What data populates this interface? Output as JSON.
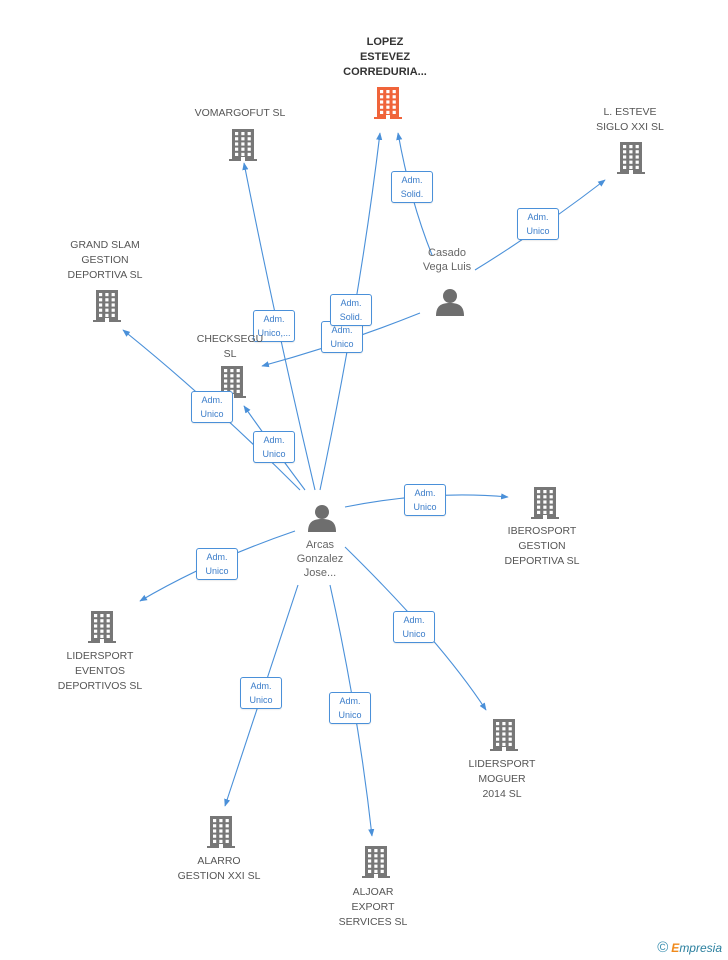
{
  "colors": {
    "edge": "#4a90d9",
    "building": "#777777",
    "main_building": "#f0643a",
    "person": "#6e6e6e"
  },
  "companies": [
    {
      "id": "lopez",
      "label": "LOPEZ\nESTEVEZ\nCORREDURIA...",
      "main": true
    },
    {
      "id": "vomargofut",
      "label": "VOMARGOFUT SL"
    },
    {
      "id": "esteve",
      "label": "L.  ESTEVE\nSIGLO XXI SL"
    },
    {
      "id": "grandslam",
      "label": "GRAND SLAM\nGESTION\nDEPORTIVA SL"
    },
    {
      "id": "checkseg",
      "label": "CHECKSEGU\nSL"
    },
    {
      "id": "iberosport",
      "label": "IBEROSPORT\nGESTION\nDEPORTIVA SL"
    },
    {
      "id": "lidereventos",
      "label": "LIDERSPORT\nEVENTOS\nDEPORTIVOS SL"
    },
    {
      "id": "lidermoguer",
      "label": "LIDERSPORT\nMOGUER\n2014  SL"
    },
    {
      "id": "alarro",
      "label": "ALARRO\nGESTION XXI SL"
    },
    {
      "id": "aljoar",
      "label": "ALJOAR\nEXPORT\nSERVICES SL"
    }
  ],
  "persons": [
    {
      "id": "casado",
      "label": "Casado\nVega Luis"
    },
    {
      "id": "arcas",
      "label": "Arcas\nGonzalez\nJose..."
    }
  ],
  "edges": [
    {
      "from": "casado",
      "to": "lopez",
      "label": "Adm.\nSolid."
    },
    {
      "from": "casado",
      "to": "esteve",
      "label": "Adm.\nUnico"
    },
    {
      "from": "casado",
      "to": "checkseg",
      "label": "Adm.\nUnico"
    },
    {
      "from": "arcas",
      "to": "vomargofut",
      "label": "Adm.\nUnico,..."
    },
    {
      "from": "arcas",
      "to": "lopez",
      "label": "Adm.\nSolid."
    },
    {
      "from": "arcas",
      "to": "grandslam",
      "label": "Adm.\nUnico"
    },
    {
      "from": "arcas",
      "to": "checkseg",
      "label": "Adm.\nUnico"
    },
    {
      "from": "arcas",
      "to": "iberosport",
      "label": "Adm.\nUnico"
    },
    {
      "from": "arcas",
      "to": "lidereventos",
      "label": "Adm.\nUnico"
    },
    {
      "from": "arcas",
      "to": "lidermoguer",
      "label": "Adm.\nUnico"
    },
    {
      "from": "arcas",
      "to": "alarro",
      "label": "Adm.\nUnico"
    },
    {
      "from": "arcas",
      "to": "aljoar",
      "label": "Adm.\nUnico"
    }
  ],
  "watermark": {
    "copyright": "©",
    "brand_first": "E",
    "brand_rest": "mpresia"
  }
}
